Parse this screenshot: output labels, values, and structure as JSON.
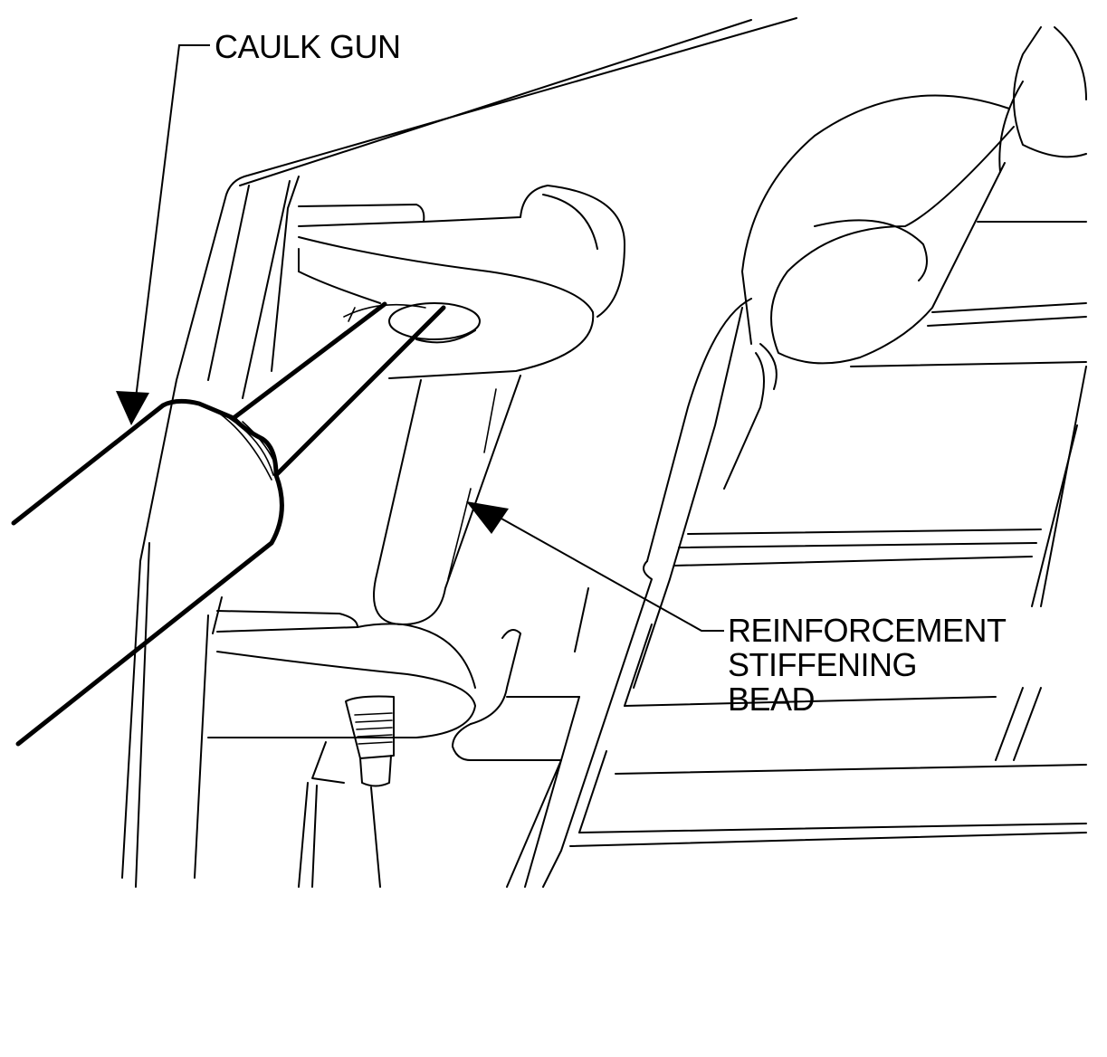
{
  "callouts": {
    "caulk_gun": "CAULK GUN",
    "reinforcement_line1": "REINFORCEMENT",
    "reinforcement_line2": "STIFFENING",
    "reinforcement_line3": "BEAD"
  }
}
